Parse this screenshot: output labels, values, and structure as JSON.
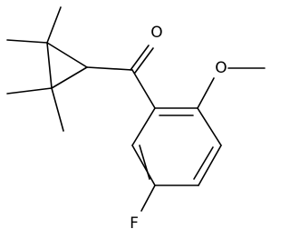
{
  "atoms": {
    "carbonyl_oxygen": "O",
    "methoxy_oxygen": "O",
    "fluorine": "F"
  },
  "colors": {
    "bond": "#000000",
    "label": "#000000",
    "background": "#ffffff"
  }
}
